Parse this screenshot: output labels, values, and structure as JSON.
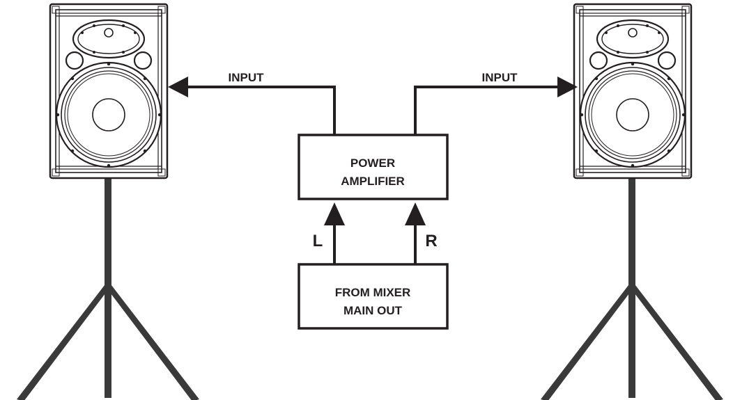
{
  "labels": {
    "input_left": "INPUT",
    "input_right": "INPUT",
    "amplifier_line1": "POWER",
    "amplifier_line2": "AMPLIFIER",
    "mixer_line1": "FROM MIXER",
    "mixer_line2": "MAIN OUT",
    "channel_left": "L",
    "channel_right": "R"
  },
  "colors": {
    "line": "#231f20",
    "stand": "#3a3a3a",
    "background": "#ffffff"
  },
  "icons": [
    "speaker-cabinet-icon",
    "tripod-stand-icon",
    "arrow-icon"
  ]
}
